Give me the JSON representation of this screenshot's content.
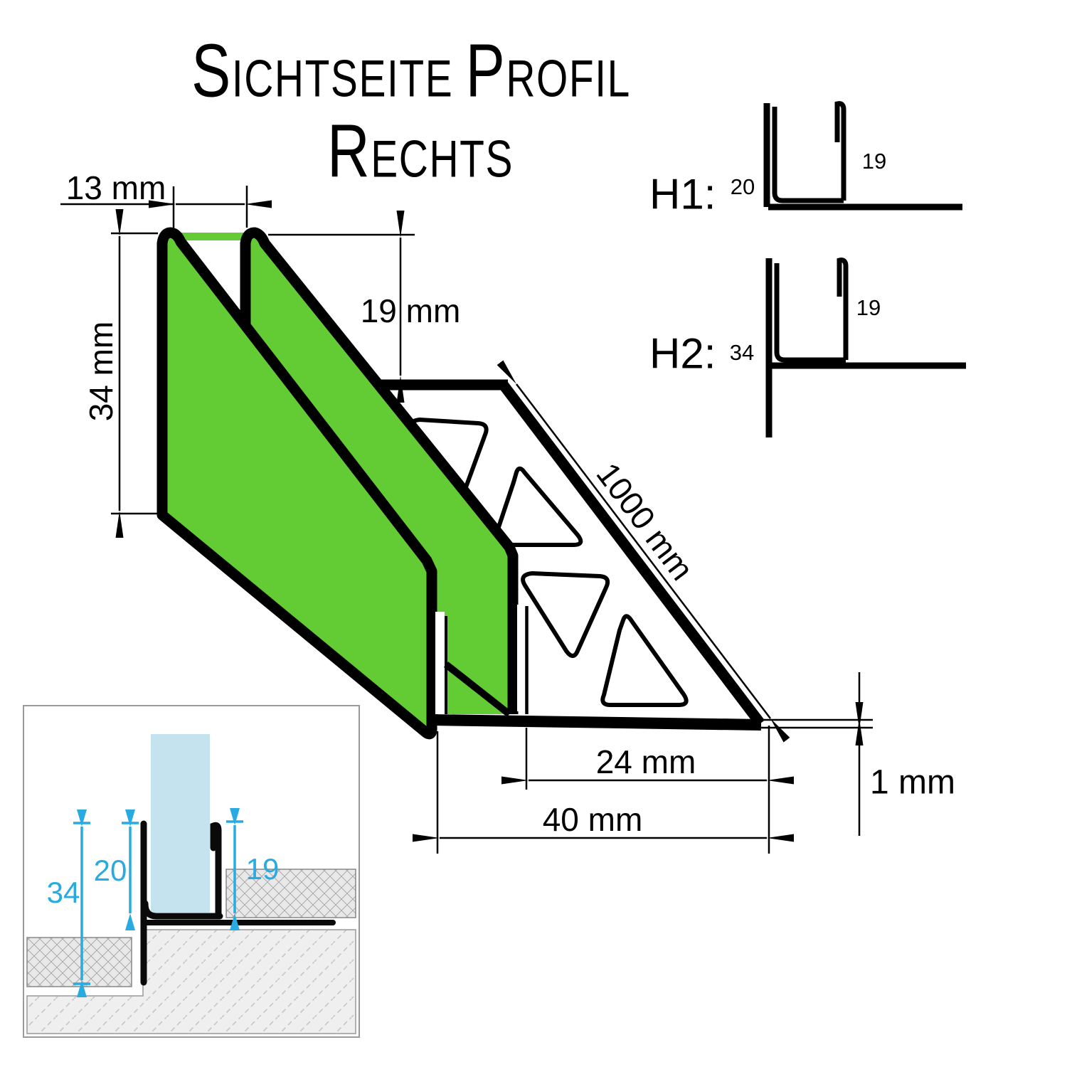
{
  "title": {
    "line1_word1_cap": "S",
    "line1_word1_rest": "ichtseite",
    "line1_word2_cap": "P",
    "line1_word2_rest": "rofil",
    "line2_cap": "R",
    "line2_rest": "echts"
  },
  "dimensions": {
    "channel_width": "13 mm",
    "height_left": "34 mm",
    "height_right": "19 mm",
    "length": "1000 mm",
    "base_inner": "24 mm",
    "base_total": "40 mm",
    "thickness": "1 mm"
  },
  "sections": {
    "h1_label": "H1:",
    "h1_left": "20",
    "h1_right": "19",
    "h2_label": "H2:",
    "h2_left": "34",
    "h2_right": "19"
  },
  "inset": {
    "dim_total": "34",
    "dim_channel": "20",
    "dim_right": "19"
  },
  "colors": {
    "profile_green": "#63cc35",
    "dim_cyan": "#29abe2",
    "glass_blue": "#c5e3ef",
    "line_black": "#000000"
  }
}
